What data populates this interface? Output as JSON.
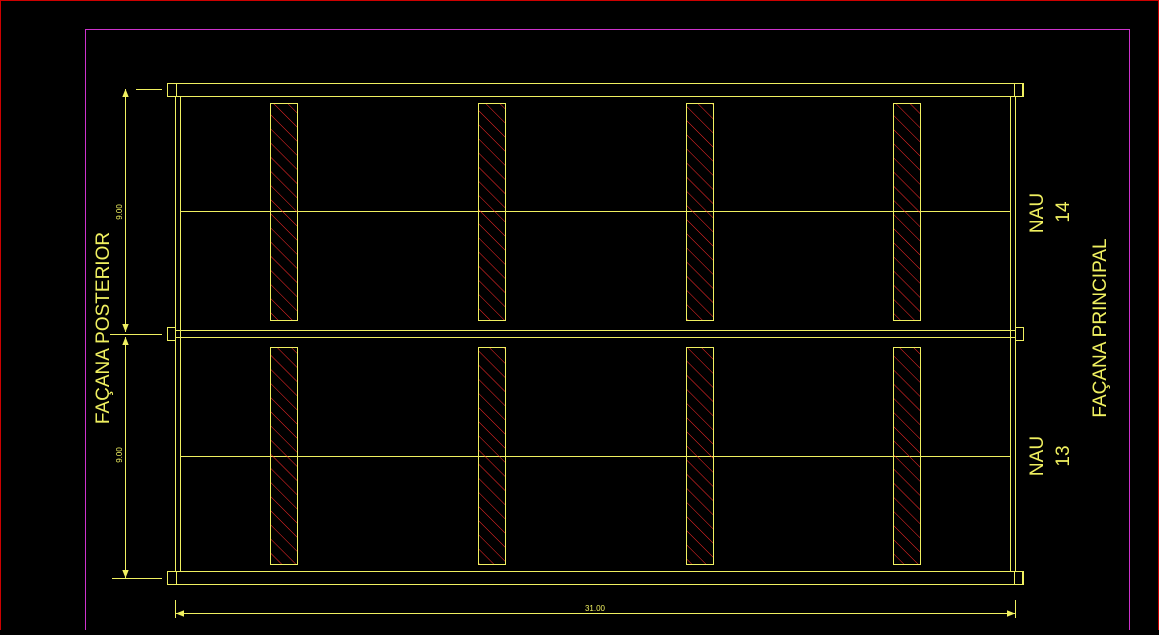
{
  "drawing": {
    "labels": {
      "rear_facade": "FAÇANA  POSTERIOR",
      "main_facade": "FAÇANA  PRINCIPAL",
      "bay_14_word": "NAU",
      "bay_14_num": "14",
      "bay_13_word": "NAU",
      "bay_13_num": "13"
    },
    "dimensions": {
      "upper_bay_depth": "9.00",
      "lower_bay_depth": "9.00",
      "total_length": "31.00"
    },
    "hatch_bars_per_bay": 4,
    "colors": {
      "background": "#000000",
      "outer_frame": "#cc0000",
      "sheet_border": "#cc33cc",
      "structure": "#f0f060",
      "hatch": "#ff2a2a"
    }
  }
}
